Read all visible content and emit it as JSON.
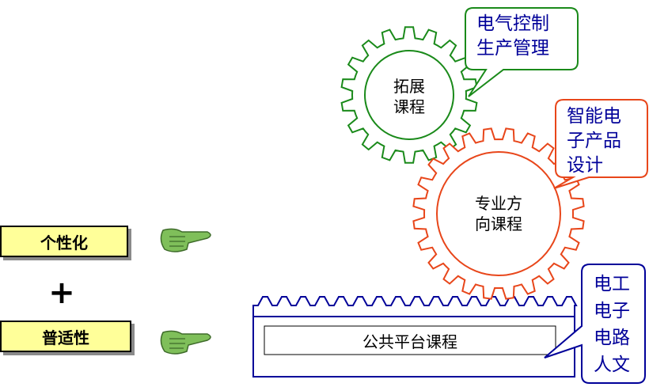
{
  "left_labels": {
    "personalization": "个性化",
    "plus": "+",
    "universality": "普适性"
  },
  "gears": {
    "extension": {
      "line1": "拓展",
      "line2": "课程",
      "color": "#1a8a1a"
    },
    "specialty": {
      "line1": "专业方",
      "line2": "向课程",
      "color": "#e8461a"
    }
  },
  "platform": {
    "label": "公共平台课程",
    "color": "#000099"
  },
  "callouts": {
    "extension": {
      "lines": [
        "电气控制",
        "生产管理"
      ],
      "color": "#1a8a1a"
    },
    "specialty": {
      "lines": [
        "智能电",
        "子产品",
        "设计"
      ],
      "color": "#e8461a"
    },
    "platform": {
      "lines": [
        "电工",
        "电子",
        "电路",
        "人文"
      ],
      "color": "#000099"
    }
  },
  "icons": [
    "pointing-hand-icon",
    "pointing-hand-icon"
  ]
}
